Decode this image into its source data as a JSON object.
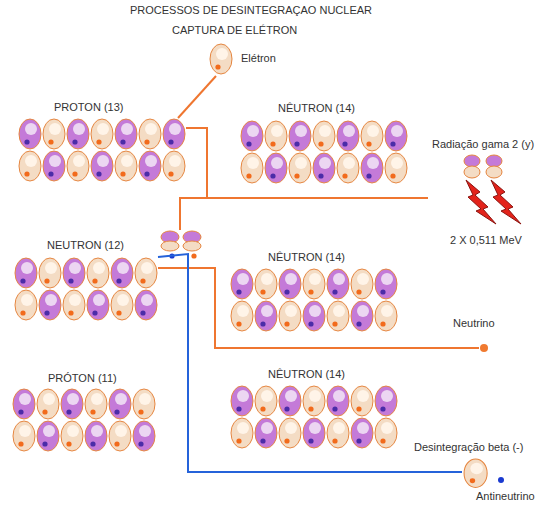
{
  "diagram": {
    "title": "PROCESSOS DE DESINTEGRAÇAO NUCLEAR",
    "nodes": [
      {
        "text": [
          "Elétron"
        ]
      },
      {
        "text": [
          "PROTON (13)"
        ]
      },
      {
        "text": [
          "NÊUTRON (14)"
        ]
      },
      {
        "text": [
          "Radiação gama 2 (y)",
          "2 X 0,511 MeV"
        ]
      },
      {
        "text": [
          "NEUTRON (12)"
        ]
      },
      {
        "text": [
          "NÊUTRON (14)"
        ]
      },
      {
        "text": [
          "Neutrino"
        ]
      },
      {
        "text": [
          "PRÓTON (11)"
        ]
      },
      {
        "text": [
          "NÊUTRON (14)"
        ]
      },
      {
        "text": [
          "Desintegração beta (-)"
        ]
      },
      {
        "text": [
          "Antineutrino"
        ]
      }
    ],
    "edges": [
      {
        "from": 0,
        "to": 1,
        "arrow": "none"
      },
      {
        "from": 1,
        "to": 3,
        "arrow": "none"
      },
      {
        "from": 4,
        "to": 6,
        "arrow": "none"
      },
      {
        "from": 4,
        "to": 9,
        "arrow": "none"
      }
    ],
    "labels": [
      "CAPTURA DE ELÉTRON"
    ]
  }
}
